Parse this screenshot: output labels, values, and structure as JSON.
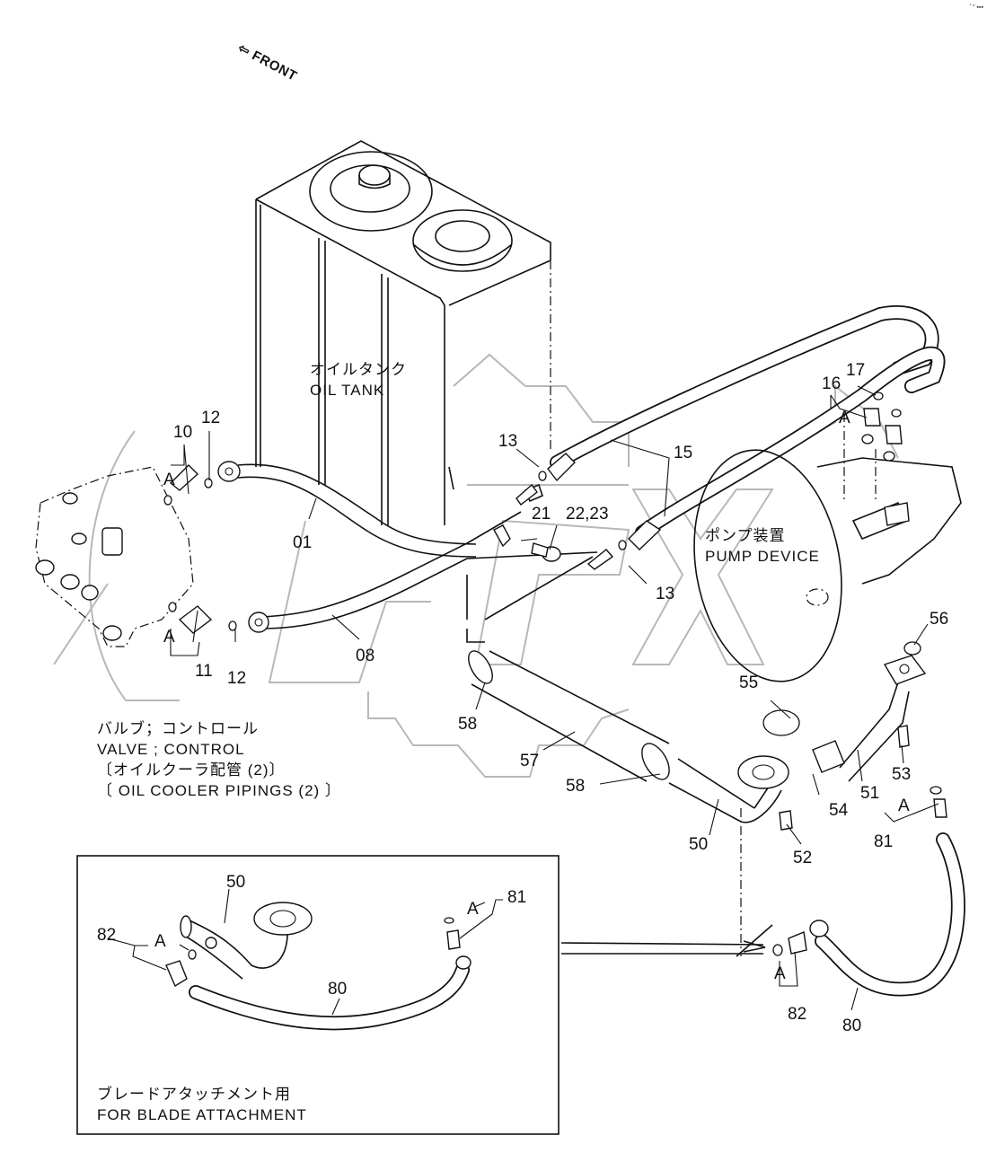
{
  "diagram": {
    "type": "exploded parts diagram",
    "subject": "Oil cooler pipings (2)",
    "watermark": "OPEX",
    "direction_indicator": "FRONT",
    "corner_mark": "ﾟ\" ▪▪▪"
  },
  "components": {
    "oil_tank": {
      "jp": "オイルタンク",
      "en": "OIL TANK"
    },
    "pump_device": {
      "jp": "ポンプ装置",
      "en": "PUMP DEVICE"
    },
    "control_valve": {
      "jp": "バルブ；コントロール",
      "en": "VALVE ; CONTROL",
      "group_jp": "〔オイルクーラ配管 (2)〕",
      "group_en": "〔 OIL  COOLER  PIPINGS (2) 〕"
    }
  },
  "callouts": [
    {
      "id": "c10",
      "text": "10"
    },
    {
      "id": "c12a",
      "text": "12"
    },
    {
      "id": "cA1",
      "text": "A"
    },
    {
      "id": "cA2",
      "text": "A"
    },
    {
      "id": "c11",
      "text": "11"
    },
    {
      "id": "c12b",
      "text": "12"
    },
    {
      "id": "c01",
      "text": "01"
    },
    {
      "id": "c08",
      "text": "08"
    },
    {
      "id": "c13a",
      "text": "13"
    },
    {
      "id": "c13b",
      "text": "13"
    },
    {
      "id": "c15",
      "text": "15"
    },
    {
      "id": "c21",
      "text": "21"
    },
    {
      "id": "c2223",
      "text": "22,23"
    },
    {
      "id": "c16",
      "text": "16"
    },
    {
      "id": "c17",
      "text": "17"
    },
    {
      "id": "cA3",
      "text": "A"
    },
    {
      "id": "c56",
      "text": "56"
    },
    {
      "id": "c55",
      "text": "55"
    },
    {
      "id": "c58a",
      "text": "58"
    },
    {
      "id": "c57",
      "text": "57"
    },
    {
      "id": "c58b",
      "text": "58"
    },
    {
      "id": "c50",
      "text": "50"
    },
    {
      "id": "c51",
      "text": "51"
    },
    {
      "id": "c52",
      "text": "52"
    },
    {
      "id": "c53",
      "text": "53"
    },
    {
      "id": "c54",
      "text": "54"
    },
    {
      "id": "cA4",
      "text": "A"
    },
    {
      "id": "c81",
      "text": "81"
    },
    {
      "id": "cA5",
      "text": "A"
    },
    {
      "id": "c82",
      "text": "82"
    },
    {
      "id": "c80",
      "text": "80"
    }
  ],
  "inset": {
    "title_jp": "ブレードアタッチメント用",
    "title_en": "FOR BLADE ATTACHMENT",
    "callouts": [
      {
        "id": "i50",
        "text": "50"
      },
      {
        "id": "i82",
        "text": "82"
      },
      {
        "id": "iA1",
        "text": "A"
      },
      {
        "id": "iA2",
        "text": "A"
      },
      {
        "id": "i81",
        "text": "81"
      },
      {
        "id": "i80",
        "text": "80"
      }
    ]
  }
}
